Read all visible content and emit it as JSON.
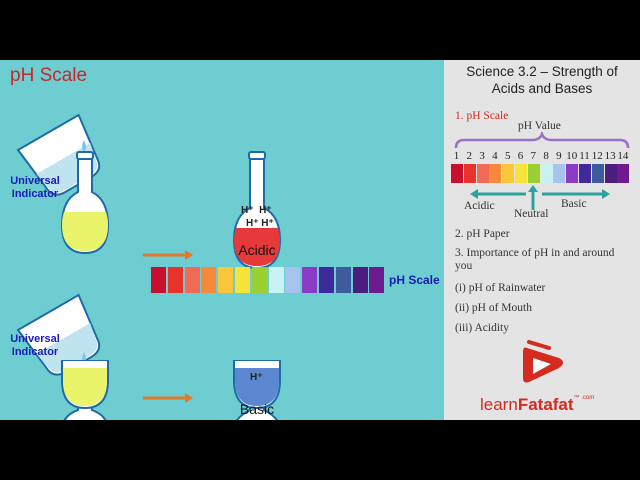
{
  "lesson_title": "pH Scale",
  "left": {
    "indicator_label": [
      "Universal",
      "Indicator"
    ],
    "acidic_label": "Acidic",
    "basic_label": "Basic",
    "acid_ions": [
      "H⁺",
      "H⁺",
      "H⁺",
      "H⁺"
    ],
    "base_ion": "H⁺",
    "scale_label": "pH Scale",
    "acid_liquid_color": "#e63939",
    "base_liquid_color": "#5b88d0",
    "indicator_liquid_color": "#e9f46a",
    "arrow_color": "#e07a2a"
  },
  "ph_colors": [
    "#c8102e",
    "#e8332a",
    "#f06a55",
    "#f7893a",
    "#fbc73a",
    "#f7e43a",
    "#9bd032",
    "#c9f2f3",
    "#a7c3ee",
    "#8b3cc7",
    "#3f2a9c",
    "#3d5a9c",
    "#4b1d7f",
    "#701a8f"
  ],
  "panel": {
    "course_title": "Science 3.2 – Strength of Acids and Bases",
    "menu": [
      "1. pH Scale",
      "2. pH Paper",
      "3. Importance of pH in and around you",
      "(i) pH of Rainwater",
      "(ii) pH of Mouth",
      "(iii) Acidity"
    ],
    "ph_value_label": "pH Value",
    "scale_numbers": [
      "1",
      "2",
      "3",
      "4",
      "5",
      "6",
      "7",
      "8",
      "9",
      "10",
      "11",
      "12",
      "13",
      "14"
    ],
    "acidic": "Acidic",
    "neutral": "Neutral",
    "basic": "Basic",
    "bracket_color": "#9a6fc4",
    "arrow_color": "#2aa3a0"
  },
  "brand": {
    "part1": "learn",
    "part2": "Fatafat",
    "suffix": "™ .com"
  }
}
